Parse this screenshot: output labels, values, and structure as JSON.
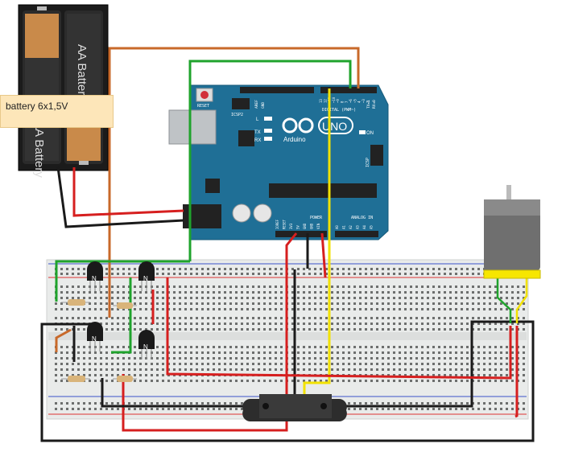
{
  "battery": {
    "cell_label_1": "AA Battery",
    "cell_label_2": "AA Battery",
    "label_note": "battery 6x1,5V"
  },
  "arduino": {
    "brand": "Arduino",
    "logo": "UNO",
    "reset_label": "RESET",
    "icsp2_label": "ICSP2",
    "icsp_label": "ICSP",
    "digital_label": "DIGITAL (PWM~)",
    "analog_label": "ANALOG IN",
    "power_label": "POWER",
    "led_l": "L",
    "led_tx": "TX",
    "led_rx": "RX",
    "led_on": "ON",
    "aref_label": "AREF",
    "gnd_label": "GND",
    "tx_label": "TX▸1",
    "rx_label": "RX◂0",
    "power_pins": [
      "IOREF",
      "RESET",
      "3V3",
      "5V",
      "GND",
      "GND",
      "VIN"
    ],
    "analog_pins": [
      "A0",
      "A1",
      "A2",
      "A3",
      "A4",
      "A5"
    ],
    "digital_pins": [
      "13",
      "12",
      "~11",
      "~10",
      "~9",
      "8",
      "7",
      "~6",
      "~5",
      "4",
      "~3",
      "2"
    ]
  },
  "colors": {
    "board": "#1f6f96",
    "breadboard": "#e9ebea",
    "wire_red": "#d61f1f",
    "wire_black": "#1a1a1a",
    "wire_green": "#1fa32c",
    "wire_orange": "#c8692a",
    "wire_yellow": "#f2e200",
    "motor": "#6f6f6f"
  },
  "icons": {
    "transistor": "npn-transistor-icon",
    "resistor": "resistor-icon",
    "motor": "dc-motor-icon",
    "switch": "slide-switch-icon"
  }
}
